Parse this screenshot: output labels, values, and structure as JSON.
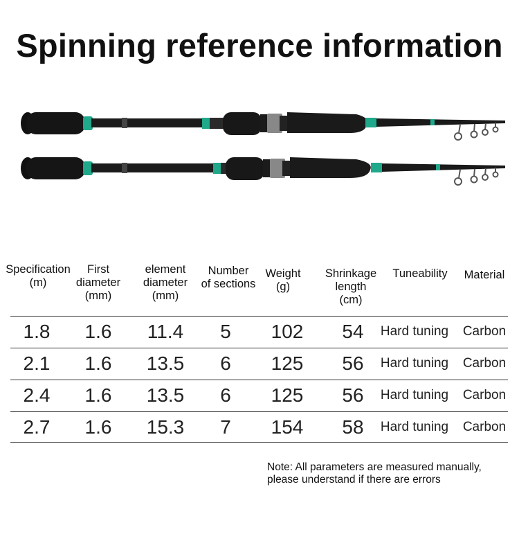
{
  "title": "Spinning reference information",
  "table": {
    "headers": [
      [
        "Specification",
        "(m)"
      ],
      [
        "First",
        "diameter",
        "(mm)"
      ],
      [
        "element",
        "diameter",
        "(mm)"
      ],
      [
        "Number",
        "of sections"
      ],
      [
        "Weight",
        "(g)"
      ],
      [
        "Shrinkage",
        "length",
        "(cm)"
      ],
      [
        "Tuneability"
      ],
      [
        "Material"
      ]
    ],
    "rows": [
      [
        "1.8",
        "1.6",
        "11.4",
        "5",
        "102",
        "54",
        "Hard tuning",
        "Carbon"
      ],
      [
        "2.1",
        "1.6",
        "13.5",
        "6",
        "125",
        "56",
        "Hard tuning",
        "Carbon"
      ],
      [
        "2.4",
        "1.6",
        "13.5",
        "6",
        "125",
        "56",
        "Hard tuning",
        "Carbon"
      ],
      [
        "2.7",
        "1.6",
        "15.3",
        "7",
        "154",
        "58",
        "Hard tuning",
        "Carbon"
      ]
    ]
  },
  "note": [
    "Note: All parameters are measured manually,",
    "please understand if there are errors"
  ],
  "colors": {
    "accent": "#1fa88a",
    "rod": "#1a1a1a",
    "line": "#333333"
  }
}
